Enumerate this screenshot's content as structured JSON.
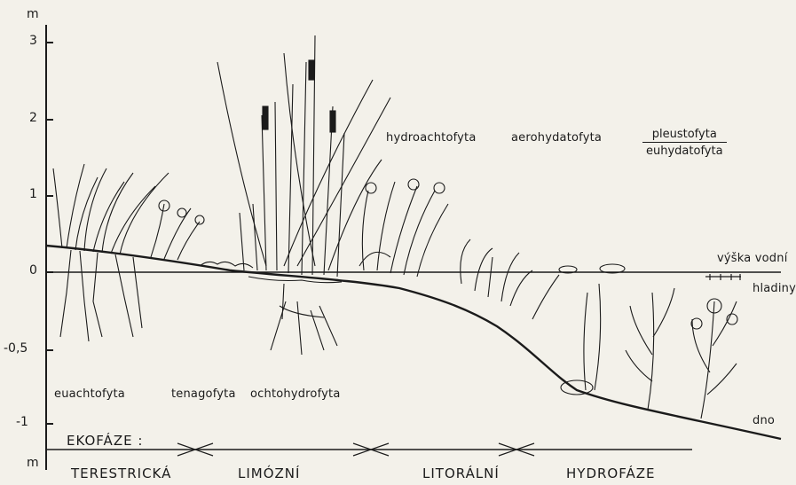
{
  "axis": {
    "unit_top": "m",
    "unit_bottom": "m",
    "ticks": [
      "3",
      "2",
      "1",
      "0",
      "-0,5",
      "-1"
    ]
  },
  "life_forms": {
    "euachtofyta": "euachtofyta",
    "tenagofyta": "tenagofyta",
    "ochtohydrofyta": "ochtohydrofyta",
    "hydroachtofyta": "hydroachtofyta",
    "aerohydatofyta": "aerohydatofyta",
    "pleustofyta": "pleustofyta",
    "euhydatofyta": "euhydatofyta"
  },
  "water": {
    "level_line1": "výška vodní",
    "level_line2": "hladiny",
    "bottom": "dno"
  },
  "ecophases": {
    "heading": "EKOFÁZE :",
    "items": [
      "TERESTRICKÁ",
      "LIMÓZNÍ",
      "LITORÁLNÍ",
      "HYDROFÁZE"
    ]
  }
}
